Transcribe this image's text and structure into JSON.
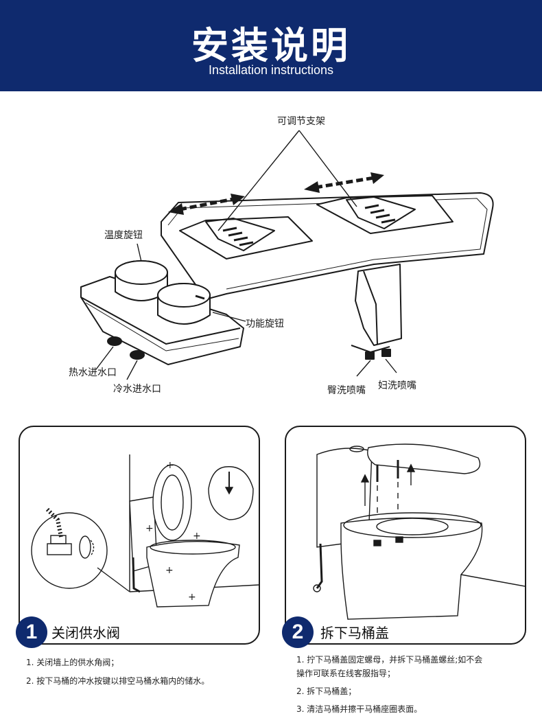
{
  "header": {
    "title": "安装说明",
    "subtitle": "Installation instructions"
  },
  "diagram": {
    "labels": {
      "bracket": "可调节支架",
      "temp_knob": "温度旋钮",
      "func_knob": "功能旋钮",
      "hot_inlet": "热水进水口",
      "cold_inlet": "冷水进水口",
      "rear_nozzle": "臀洗喷嘴",
      "fem_nozzle": "妇洗喷嘴"
    }
  },
  "steps": [
    {
      "number": "1",
      "title": "关闭供水阀",
      "notes": [
        "1. 关闭墙上的供水角阀；",
        "2. 按下马桶的冲水按键以排空马桶水箱内的储水。"
      ]
    },
    {
      "number": "2",
      "title": "拆下马桶盖",
      "notes": [
        "1. 拧下马桶盖固定螺母，并拆下马桶盖螺丝;如不会",
        "操作可联系在线客服指导；",
        "2. 拆下马桶盖；",
        "3. 清洁马桶并擦干马桶座圈表面。"
      ]
    }
  ],
  "colors": {
    "brand": "#0f2a6e",
    "line": "#1a1a1a"
  }
}
